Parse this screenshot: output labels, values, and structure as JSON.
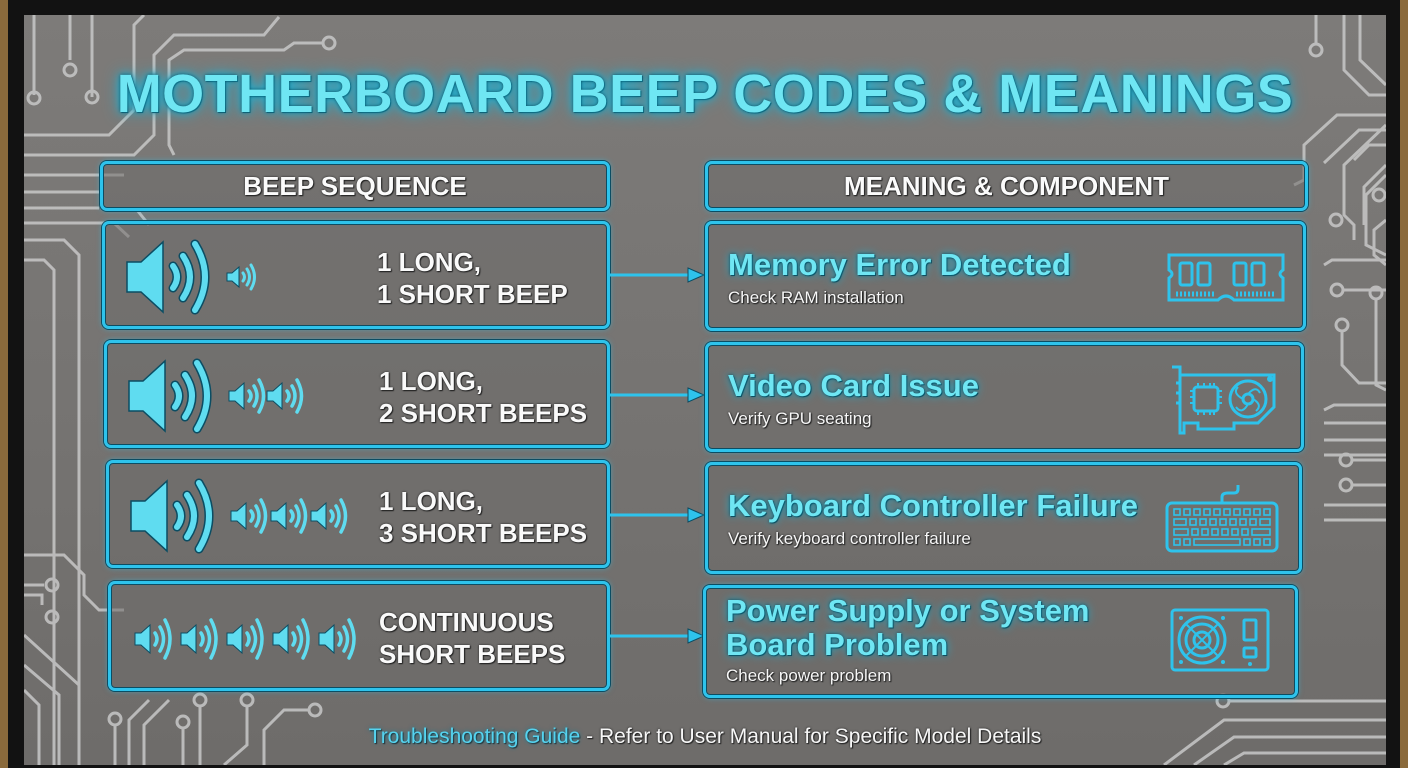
{
  "title": "MOTHERBOARD BEEP CODES & MEANINGS",
  "columns": {
    "left_header": "BEEP SEQUENCE",
    "right_header": "MEANING & COMPONENT"
  },
  "rows": [
    {
      "beep_line1": "1 LONG,",
      "beep_line2": "1 SHORT BEEP",
      "long_beeps": 1,
      "short_beeps": 1,
      "meaning_title": "Memory Error Detected",
      "meaning_sub": "Check RAM installation",
      "component_icon": "ram-icon"
    },
    {
      "beep_line1": "1 LONG,",
      "beep_line2": "2 SHORT BEEPS",
      "long_beeps": 1,
      "short_beeps": 2,
      "meaning_title": "Video Card Issue",
      "meaning_sub": "Verify GPU seating",
      "component_icon": "gpu-icon"
    },
    {
      "beep_line1": "1 LONG,",
      "beep_line2": "3 SHORT BEEPS",
      "long_beeps": 1,
      "short_beeps": 3,
      "meaning_title": "Keyboard Controller Failure",
      "meaning_sub": "Verify keyboard controller failure",
      "component_icon": "keyboard-icon"
    },
    {
      "beep_line1": "CONTINUOUS",
      "beep_line2": "SHORT BEEPS",
      "long_beeps": 0,
      "short_beeps": 5,
      "meaning_title_line1": "Power Supply or System",
      "meaning_title_line2": "Board Problem",
      "meaning_sub": "Check power problem",
      "component_icon": "power-supply-icon"
    }
  ],
  "footer": {
    "accent": "Troubleshooting Guide",
    "rest": " - Refer to User Manual for Specific Model Details"
  },
  "colors": {
    "accent_cyan": "#2ec3ec",
    "title_cyan": "#6fe6f3",
    "background_gray": "#777573",
    "trace_gray": "#c9c9c9"
  }
}
